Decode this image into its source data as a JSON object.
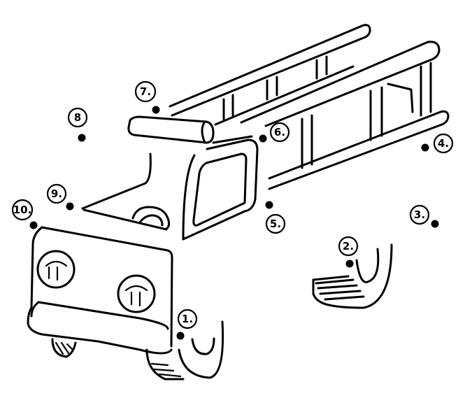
{
  "worksheet": {
    "subject": "fire-truck",
    "line_color": "#000000",
    "background": "#ffffff",
    "dots": [
      {
        "label": "1."
      },
      {
        "label": "2."
      },
      {
        "label": "3."
      },
      {
        "label": "4."
      },
      {
        "label": "5."
      },
      {
        "label": "6."
      },
      {
        "label": "7."
      },
      {
        "label": "8"
      },
      {
        "label": "9."
      },
      {
        "label": "10."
      }
    ]
  }
}
